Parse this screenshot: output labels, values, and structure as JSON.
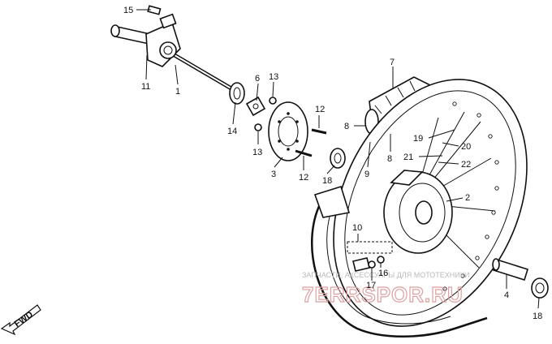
{
  "callouts": [
    {
      "id": "p15a",
      "text": "15"
    },
    {
      "id": "p11",
      "text": "11"
    },
    {
      "id": "p1",
      "text": "1"
    },
    {
      "id": "p14",
      "text": "14"
    },
    {
      "id": "p6",
      "text": "6"
    },
    {
      "id": "p13a",
      "text": "13"
    },
    {
      "id": "p13b",
      "text": "13"
    },
    {
      "id": "p3",
      "text": "3"
    },
    {
      "id": "p12a",
      "text": "12"
    },
    {
      "id": "p12b",
      "text": "12"
    },
    {
      "id": "p18a",
      "text": "18"
    },
    {
      "id": "p7",
      "text": "7"
    },
    {
      "id": "p8a",
      "text": "8"
    },
    {
      "id": "p8b",
      "text": "8"
    },
    {
      "id": "p9",
      "text": "9"
    },
    {
      "id": "p19",
      "text": "19"
    },
    {
      "id": "p20",
      "text": "20"
    },
    {
      "id": "p21",
      "text": "21"
    },
    {
      "id": "p22",
      "text": "22"
    },
    {
      "id": "p2",
      "text": "2"
    },
    {
      "id": "p10",
      "text": "10"
    },
    {
      "id": "p16",
      "text": "16"
    },
    {
      "id": "p17",
      "text": "17"
    },
    {
      "id": "p4",
      "text": "4"
    },
    {
      "id": "p18b",
      "text": "18"
    }
  ],
  "fwd_label": "FWD",
  "watermark": {
    "small": "ЗАПЧАСТИ, АКСЕССУАРЫ ДЛЯ МОТОТЕХНИКИ",
    "big": "7ERRSPOR.RU"
  }
}
